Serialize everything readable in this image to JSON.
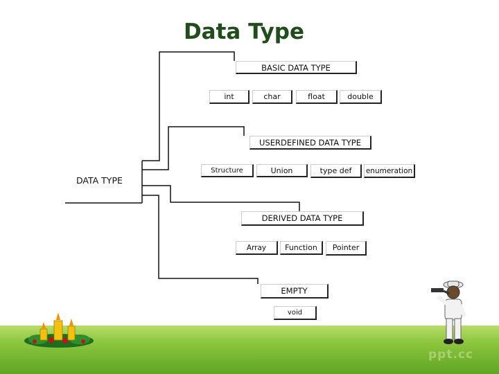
{
  "title": "Data Type",
  "root": "DATA TYPE",
  "groups": [
    {
      "header": "BASIC DATA TYPE",
      "items": [
        "int",
        "char",
        "float",
        "double"
      ]
    },
    {
      "header": "USERDEFINED DATA TYPE",
      "items": [
        "Structure",
        "Union",
        "type def",
        "enumeration"
      ]
    },
    {
      "header": "DERIVED DATA TYPE",
      "items": [
        "Array",
        "Function",
        "Pointer"
      ]
    },
    {
      "header": "EMPTY",
      "items": [
        "void"
      ]
    }
  ],
  "watermark": "ppt.cc",
  "colors": {
    "title": "#1f4e1a",
    "grass_top": "#b7dc6a",
    "grass_bottom": "#5fa521",
    "line": "#111111"
  }
}
